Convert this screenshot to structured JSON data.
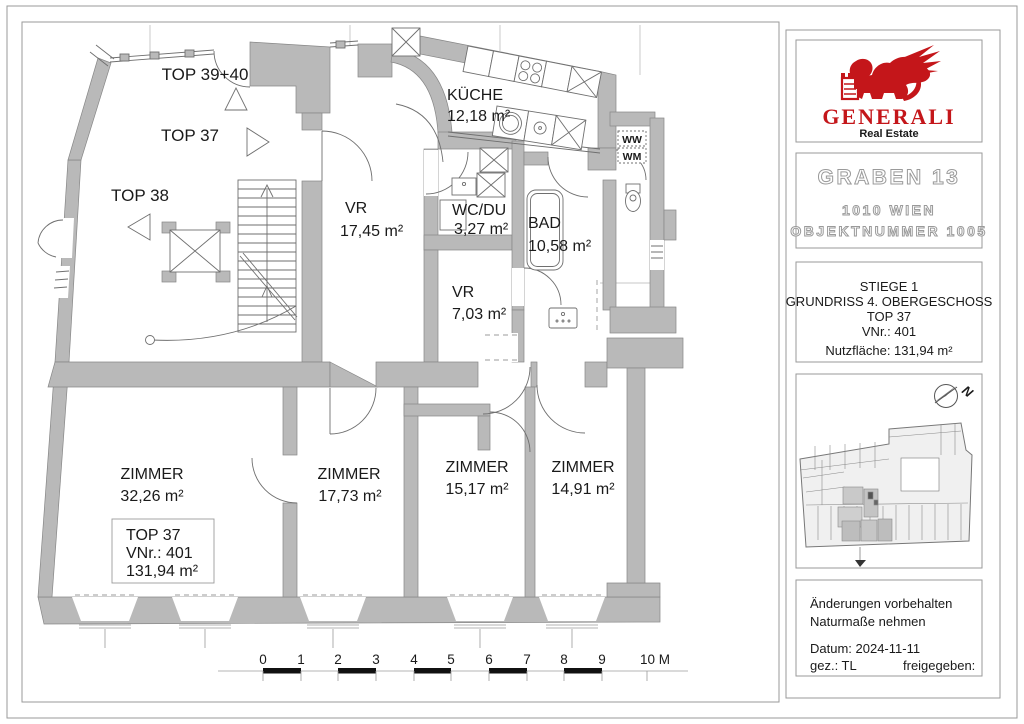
{
  "plan": {
    "tops": {
      "t3940": "TOP 39+40",
      "t37": "TOP 37",
      "t38": "TOP 38"
    },
    "rooms": {
      "kueche": {
        "name": "KÜCHE",
        "area": "12,18 m²"
      },
      "vr1": {
        "name": "VR",
        "area": "17,45 m²"
      },
      "wcdu": {
        "name": "WC/DU",
        "area": "3,27 m²"
      },
      "bad": {
        "name": "BAD",
        "area": "10,58 m²"
      },
      "vr2": {
        "name": "VR",
        "area": "7,03 m²"
      },
      "zimmer1": {
        "name": "ZIMMER",
        "area": "32,26 m²"
      },
      "zimmer2": {
        "name": "ZIMMER",
        "area": "17,73 m²"
      },
      "zimmer3": {
        "name": "ZIMMER",
        "area": "15,17 m²"
      },
      "zimmer4": {
        "name": "ZIMMER",
        "area": "14,91 m²"
      }
    },
    "appliances": {
      "ww": "WW",
      "wm": "WM"
    },
    "unit_box": {
      "line1": "TOP 37",
      "line2": "VNr.: 401",
      "line3": "131,94 m²"
    }
  },
  "scalebar": {
    "labels": [
      "0",
      "1",
      "2",
      "3",
      "4",
      "5",
      "6",
      "7",
      "8",
      "9",
      "10 M"
    ]
  },
  "sidebar": {
    "logo": {
      "brand": "GENERALI",
      "sub": "Real Estate"
    },
    "address": {
      "line1": "GRABEN 13",
      "line2": "1010 WIEN",
      "line3": "OBJEKTNUMMER 1005"
    },
    "info": {
      "line1": "STIEGE 1",
      "line2": "GRUNDRISS 4. OBERGESCHOSS",
      "line3": "TOP 37",
      "line4": "VNr.: 401",
      "area": "Nutzfläche: 131,94 m²"
    },
    "compass": {
      "label": "N"
    },
    "notes": {
      "line1": "Änderungen vorbehalten",
      "line2": "Naturmaße nehmen",
      "date": "Datum: 2024-11-11",
      "drawn": "gez.: TL",
      "approved": "freigegeben:"
    },
    "colors": {
      "brand_red": "#c4161a",
      "wall_gray": "#b9b9b9"
    }
  }
}
